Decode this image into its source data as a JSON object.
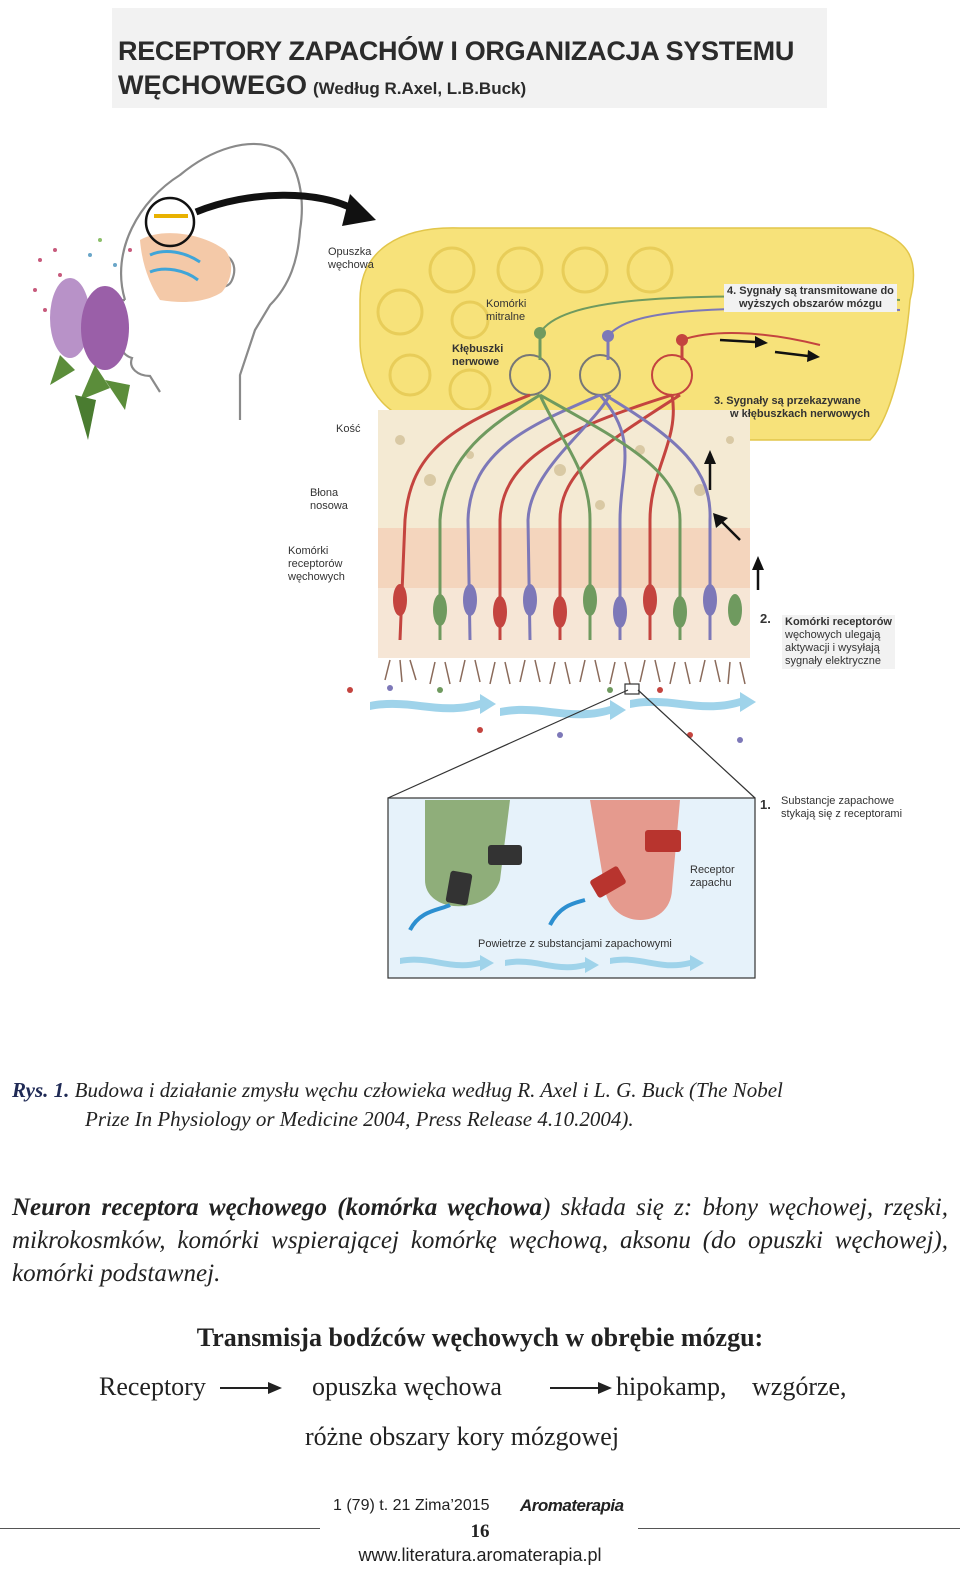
{
  "title": {
    "line1": "RECEPTORY ZAPACHÓW I ORGANIZACJA SYSTEMU",
    "line2": "WĘCHOWEGO",
    "credit": "(Według R.Axel, L.B.Buck)"
  },
  "figure_labels": {
    "opuszka": [
      "Opuszka",
      "węchowa"
    ],
    "mitralne": [
      "Komórki",
      "mitralne"
    ],
    "klebuszki": [
      "Kłębuszki",
      "nerwowe"
    ],
    "kosc": "Kość",
    "blona": [
      "Błona",
      "nosowa"
    ],
    "receptory": [
      "Komórki",
      "receptorów",
      "węchowych"
    ],
    "step4": [
      "4. Sygnały są transmitowane do",
      "wyższych obszarów mózgu"
    ],
    "step3": [
      "3. Sygnały są przekazywane",
      "w kłębuszkach nerwowych"
    ],
    "step2": [
      "2.",
      "Komórki receptorów",
      "węchowych ulegają",
      "aktywacji i wysyłają",
      "sygnały elektryczne"
    ],
    "step1": [
      "1.",
      "Substancje zapachowe",
      "stykają się z receptorami"
    ],
    "receptor_zapachu": [
      "Receptor",
      "zapachu"
    ],
    "powietrze": "Powietrze z substancjami zapachowymi"
  },
  "caption": {
    "label": "Rys. 1.",
    "line1": "Budowa i działanie zmysłu węchu człowieka według R. Axel i L. G. Buck (The Nobel",
    "line2": "Prize In Physiology or Medicine 2004, Press Release 4.10.2004)."
  },
  "paragraph": {
    "bold": "Neuron receptora węchowego (komórka węchowa",
    "rest": ") składa się z: błony węchowej, rzęski, mikrokosmków, komórki wspierającej komórkę węchową, aksonu (do opuszki węchowej), komórki podstawnej."
  },
  "section_heading": "Transmisja bodźców węchowych w obrębie mózgu:",
  "flow": {
    "a": "Receptory",
    "b": "opuszka węchowa",
    "c": "hipokamp,",
    "d": "wzgórze,",
    "e": "różne obszary kory mózgowej"
  },
  "footer": {
    "issue": "1 (79) t. 21 Zima’2015",
    "brand": "Aromaterapia",
    "page": "16",
    "url": "www.literatura.aromaterapia.pl"
  },
  "colors": {
    "bulb": "#f7e27a",
    "red_neuron": "#c4443f",
    "green_neuron": "#6f9a5f",
    "blue_neuron": "#7d78b8",
    "air": "#9fd3ea"
  }
}
